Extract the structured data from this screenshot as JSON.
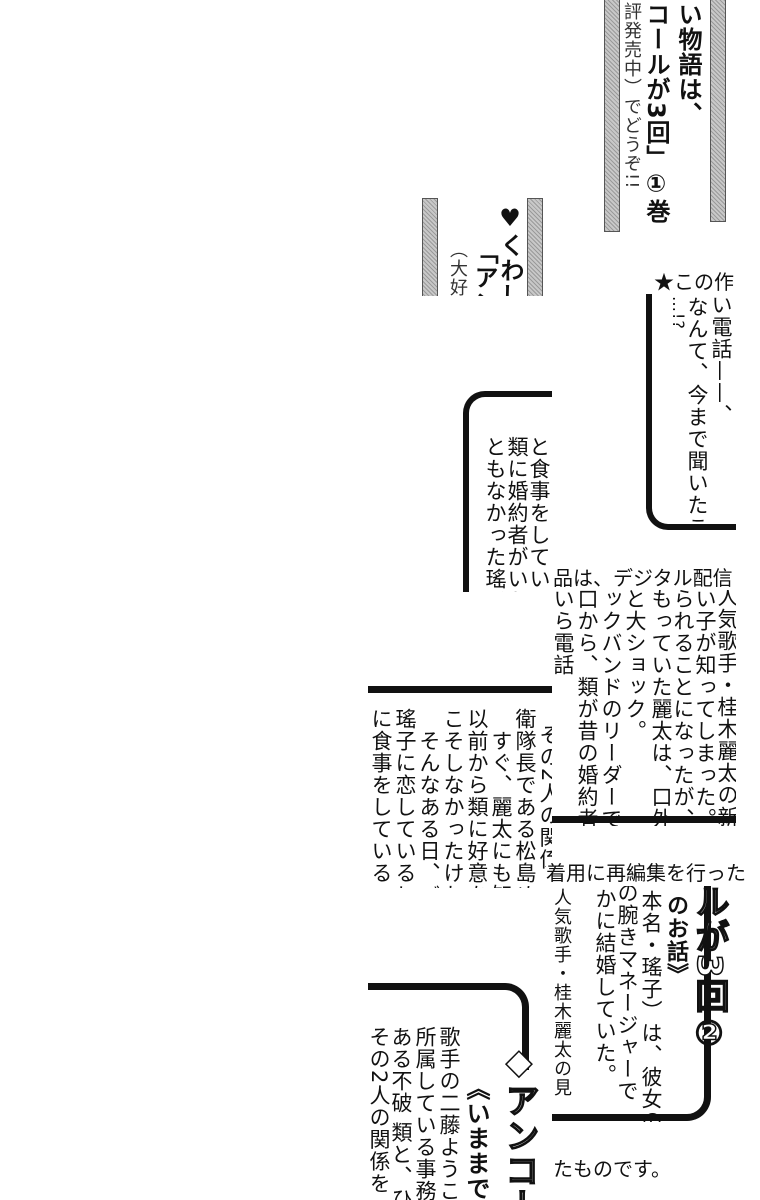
{
  "tile_a": {
    "col1": "い物語は、",
    "col2": "コールが3回」①巻",
    "col3": "評発売中）でどうぞ!!"
  },
  "tile_b": {
    "col1": "♥くわし",
    "col2": "「アン",
    "col3": "（大好"
  },
  "tile_c": {
    "heading": "★この作",
    "col1": "い電話——、",
    "col2": "なんて、今まで聞いたこ",
    "col3": "…!?"
  },
  "tile_d": {
    "col1": "と食事をしていると",
    "col2": "類に婚約者がいたな",
    "col3": "ともなかった瑤子は・"
  },
  "notice_line1": "品は、デジタル配信",
  "tile_f": {
    "cols": [
      "人気歌手・桂木麗太の新",
      "い子が知ってしまった。",
      "られることになったが、",
      "もっていた麗太は、口外",
      "と大ショック。",
      "ックバンドのリーダーで",
      "口から、類が昔の婚約者",
      "いら電話"
    ]
  },
  "tile_g": {
    "cols": [
      "その2人の関係",
      "衛隊長である松島めい",
      "すぐ、麗太にも知ら",
      "以前から類に好意を",
      "こそしなかったけれど",
      "そんなある日、バッ",
      "瑤子に恋しているヒロ",
      "に食事をしている"
    ]
  },
  "notice_line2": "着用に再編集を行った",
  "tile_i": {
    "title": "ルが3回②",
    "cols": [
      "のお話》",
      "本名・瑤子）は、彼女の",
      "の腕きマネージャーで",
      "かに結婚していた。",
      "人気歌手・桂木麗太の見"
    ]
  },
  "tile_j": {
    "title": "◆アンコー",
    "cols": [
      "《いままで",
      "歌手の二藤ようこの",
      "所属している事務所の",
      "ある不破 類と、ひそ",
      "その2人の関係を"
    ]
  },
  "notice_line3": "たものです。"
}
